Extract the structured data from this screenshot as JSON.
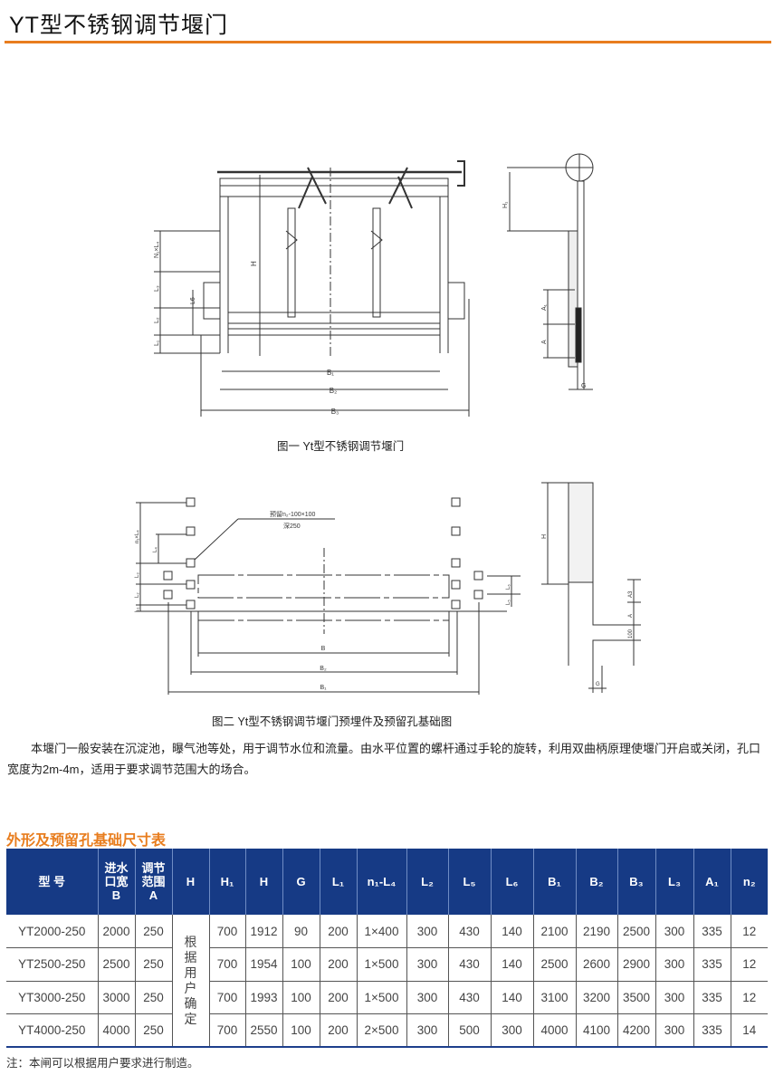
{
  "page_title": "YT型不锈钢调节堰门",
  "figure1": {
    "caption": "图一   Yt型不锈钢调节堰门",
    "labels": {
      "b1": "B₁",
      "b2": "B₂",
      "b3": "B₃",
      "h": "H",
      "h1": "H₁",
      "n1l4": "N₁×L₄",
      "l3": "L₃",
      "l2": "L₂",
      "l1": "L₁",
      "l6": "L6",
      "a1": "A₁",
      "a": "A",
      "g": "G"
    }
  },
  "figure2": {
    "caption": "图二   Yt型不锈钢调节堰门预埋件及预留孔基础图",
    "note_line1": "预留n₂-100×100",
    "note_line2": "深250",
    "labels": {
      "b": "B",
      "b2": "B₂",
      "b1": "B₁",
      "n1l4": "n₁×L₄",
      "l4": "L₄",
      "l3": "L₃",
      "l2": "L₂",
      "l1": "L₁",
      "l6": "L₆",
      "l5": "L₅",
      "h": "H",
      "a3": "A3",
      "a": "A",
      "d100": "100",
      "g": "G"
    }
  },
  "description": "本堰门一般安装在沉淀池，曝气池等处，用于调节水位和流量。由水平位置的螺杆通过手轮的旋转，利用双曲柄原理使堰门开启或关闭，孔口宽度为2m-4m，适用于要求调节范围大的场合。",
  "table": {
    "title": "外形及预留孔基础尺寸表",
    "headers": [
      "型 号",
      "进水口宽B",
      "调节范围A",
      "H",
      "H₁",
      "H",
      "G",
      "L₁",
      "n₁-L₄",
      "L₂",
      "L₅",
      "L₆",
      "B₁",
      "B₂",
      "B₃",
      "L₃",
      "A₁",
      "n₂"
    ],
    "merged_h_note": "根据用户确定",
    "rows": [
      [
        "YT2000-250",
        "2000",
        "250",
        "700",
        "1912",
        "90",
        "200",
        "1×400",
        "300",
        "430",
        "140",
        "2100",
        "2190",
        "2500",
        "300",
        "335",
        "12"
      ],
      [
        "YT2500-250",
        "2500",
        "250",
        "700",
        "1954",
        "100",
        "200",
        "1×500",
        "300",
        "430",
        "140",
        "2500",
        "2600",
        "2900",
        "300",
        "335",
        "12"
      ],
      [
        "YT3000-250",
        "3000",
        "250",
        "700",
        "1993",
        "100",
        "200",
        "1×500",
        "300",
        "430",
        "140",
        "3100",
        "3200",
        "3500",
        "300",
        "335",
        "12"
      ],
      [
        "YT4000-250",
        "4000",
        "250",
        "700",
        "2550",
        "100",
        "200",
        "2×500",
        "300",
        "500",
        "300",
        "4000",
        "4100",
        "4200",
        "300",
        "335",
        "14"
      ]
    ],
    "footnote": "注：本闸可以根据用户要求进行制造。"
  },
  "colors": {
    "accent": "#e87d1e",
    "header_bg": "#163a85"
  }
}
